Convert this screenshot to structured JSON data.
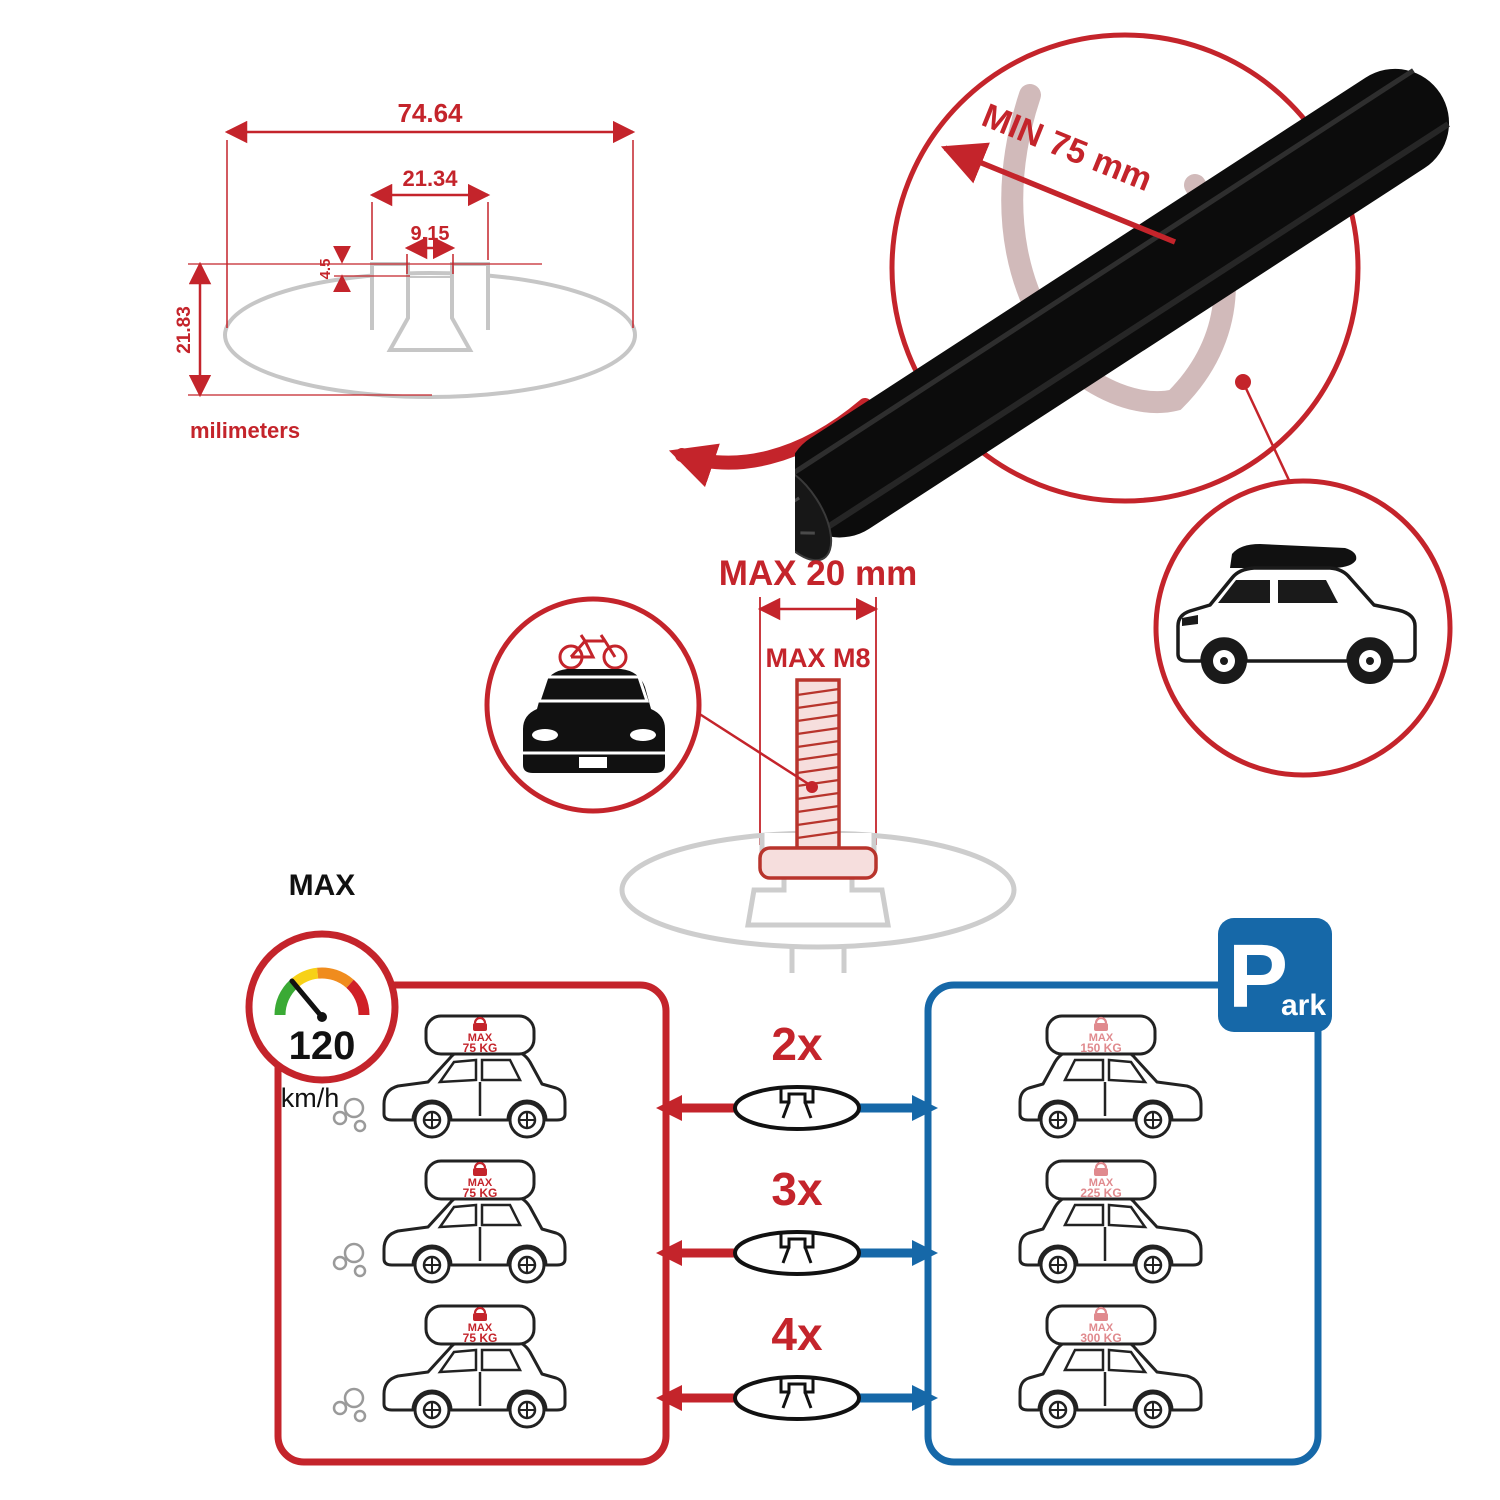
{
  "colors": {
    "accent_red": "#C4242B",
    "accent_blue": "#1668A8",
    "sketch_gray": "#C6C6C6",
    "line_black": "#111111",
    "pink_label": "#E08A8E"
  },
  "icons": {
    "speedometer": "gauge-icon",
    "lock": "padlock-icon",
    "parking": "park-sign",
    "bicycle": "bicycle-icon"
  },
  "cross_section": {
    "total_width": "74.64",
    "channel_width": "21.34",
    "slot_width": "9.15",
    "lip_depth": "4.5",
    "height": "21.83",
    "units_label": "milimeters"
  },
  "bar_detail": {
    "min_span_label": "MIN 75 mm"
  },
  "bolt_detail": {
    "max_width_label": "MAX 20 mm",
    "max_thread_label": "MAX M8"
  },
  "speed_limit": {
    "label": "MAX",
    "value": "120",
    "unit": "km/h"
  },
  "park_sign": {
    "letter": "P",
    "suffix": "ark"
  },
  "comparison": {
    "rows": [
      {
        "count": "2x",
        "moving_load_line1": "MAX",
        "moving_load_line2": "75 KG",
        "parked_load_line1": "MAX",
        "parked_load_line2": "150 KG"
      },
      {
        "count": "3x",
        "moving_load_line1": "MAX",
        "moving_load_line2": "75 KG",
        "parked_load_line1": "MAX",
        "parked_load_line2": "225 KG"
      },
      {
        "count": "4x",
        "moving_load_line1": "MAX",
        "moving_load_line2": "75 KG",
        "parked_load_line1": "MAX",
        "parked_load_line2": "300 KG"
      }
    ]
  }
}
